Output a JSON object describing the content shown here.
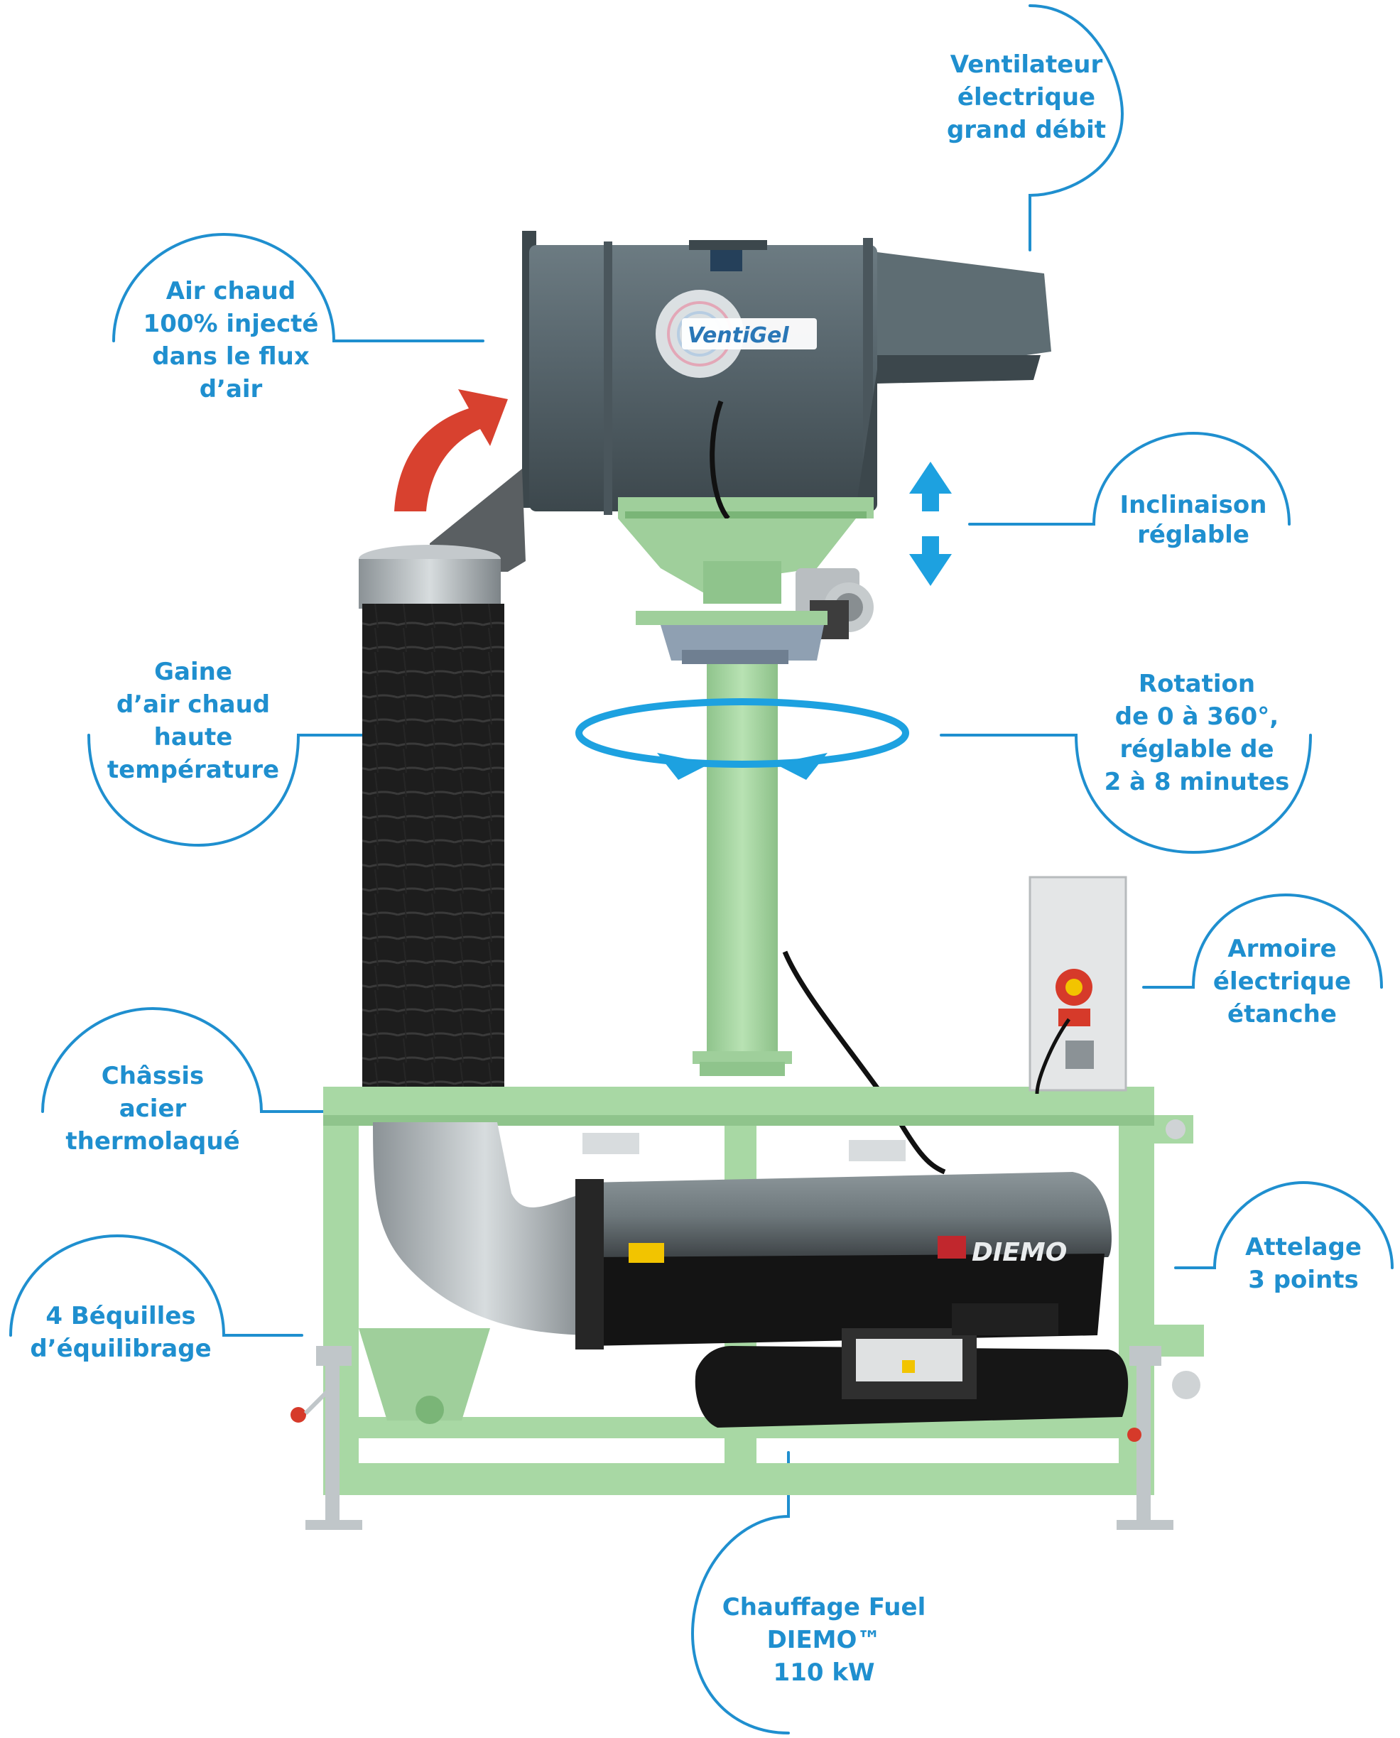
{
  "callouts": {
    "fan": [
      "Ventilateur",
      "électrique",
      "grand débit"
    ],
    "hot_air": [
      "Air chaud",
      "100% injecté",
      "dans le flux",
      "d’air"
    ],
    "tilt": [
      "Inclinaison",
      "réglable"
    ],
    "duct": [
      "Gaine",
      "d’air chaud",
      "haute",
      "température"
    ],
    "rotation": [
      "Rotation",
      "de 0 à 360°,",
      "réglable de",
      "2 à 8 minutes"
    ],
    "cabinet": [
      "Armoire",
      "électrique",
      "étanche"
    ],
    "chassis": [
      "Châssis",
      "acier",
      "thermolaqué"
    ],
    "hitch": [
      "Attelage",
      "3 points"
    ],
    "legs": [
      "4 Béquilles",
      "d’équilibrage"
    ],
    "heater": [
      "Chauffage Fuel",
      "DIEMO™",
      "110 kW"
    ]
  },
  "branding": {
    "fan_logo": "VentiGel",
    "heater_logo": "DIEMO"
  },
  "colors": {
    "callout_blue": "#1f8fcf",
    "indicator_blue": "#1da1e0",
    "frame_green": "#a8d8a4",
    "fan_gray": "#55636a",
    "duct_black": "#1c1c1c",
    "arrow_red": "#d8412f"
  }
}
